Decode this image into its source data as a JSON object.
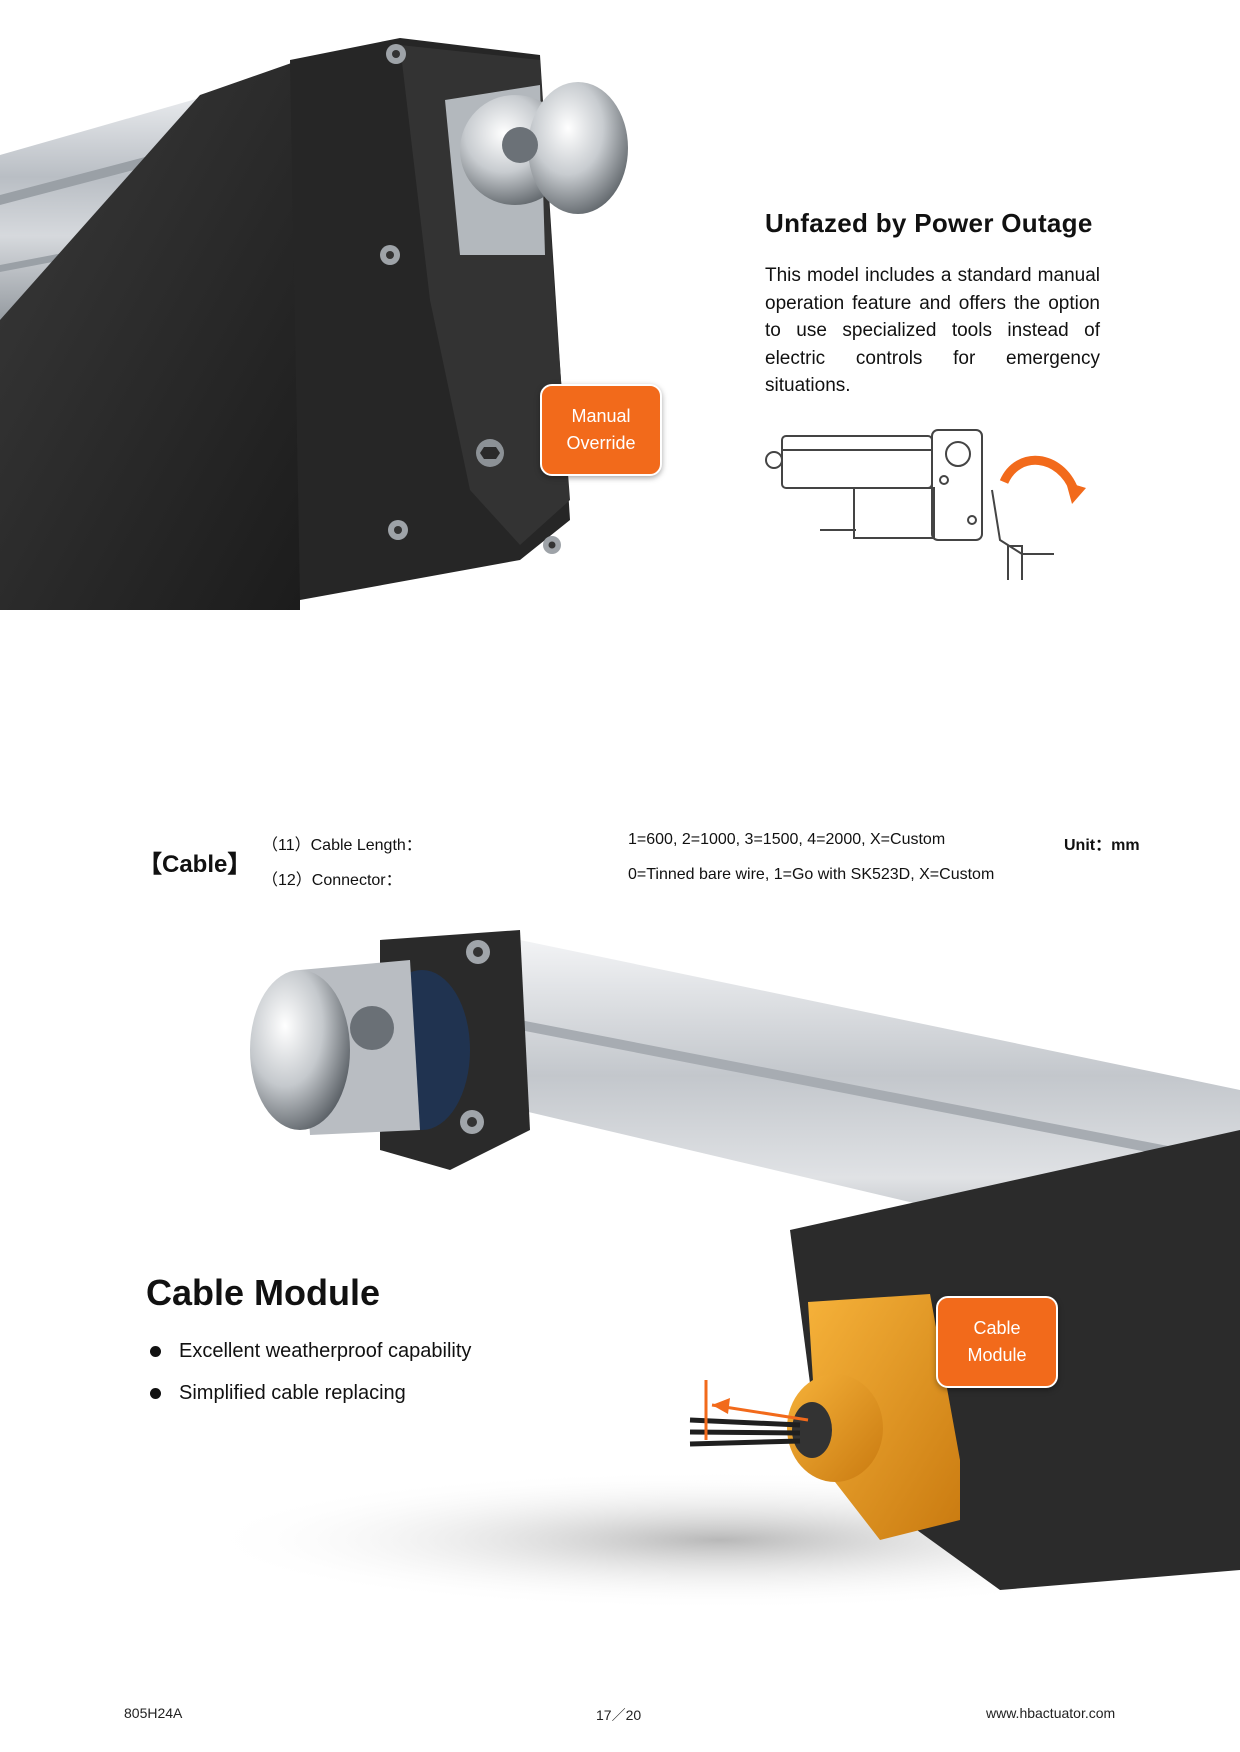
{
  "power": {
    "title": "Unfazed by Power Outage",
    "body": "This model includes a standard manual operation feature and offers the option to use specialized tools instead of electric controls for emergency situations."
  },
  "callouts": {
    "manual_line1": "Manual",
    "manual_line2": "Override",
    "cable_line1": "Cable",
    "cable_line2": "Module"
  },
  "cable_spec": {
    "tag": "【Cable】",
    "rows": [
      {
        "label": "（11）Cable Length：",
        "value": "1=600, 2=1000, 3=1500, 4=2000, X=Custom"
      },
      {
        "label": "（12）Connector：",
        "value": "0=Tinned bare wire, 1=Go with SK523D, X=Custom"
      }
    ],
    "unit": "Unit：mm"
  },
  "cable_module": {
    "title": "Cable Module",
    "bullets": [
      "Excellent weatherproof capability",
      "Simplified cable replacing"
    ]
  },
  "footer": {
    "model": "805H24A",
    "page": "17／20",
    "website": "www.hbactuator.com"
  },
  "colors": {
    "accent": "#f26a1b",
    "module_orange": "#e8991a",
    "housing": "#2b2b2b"
  }
}
